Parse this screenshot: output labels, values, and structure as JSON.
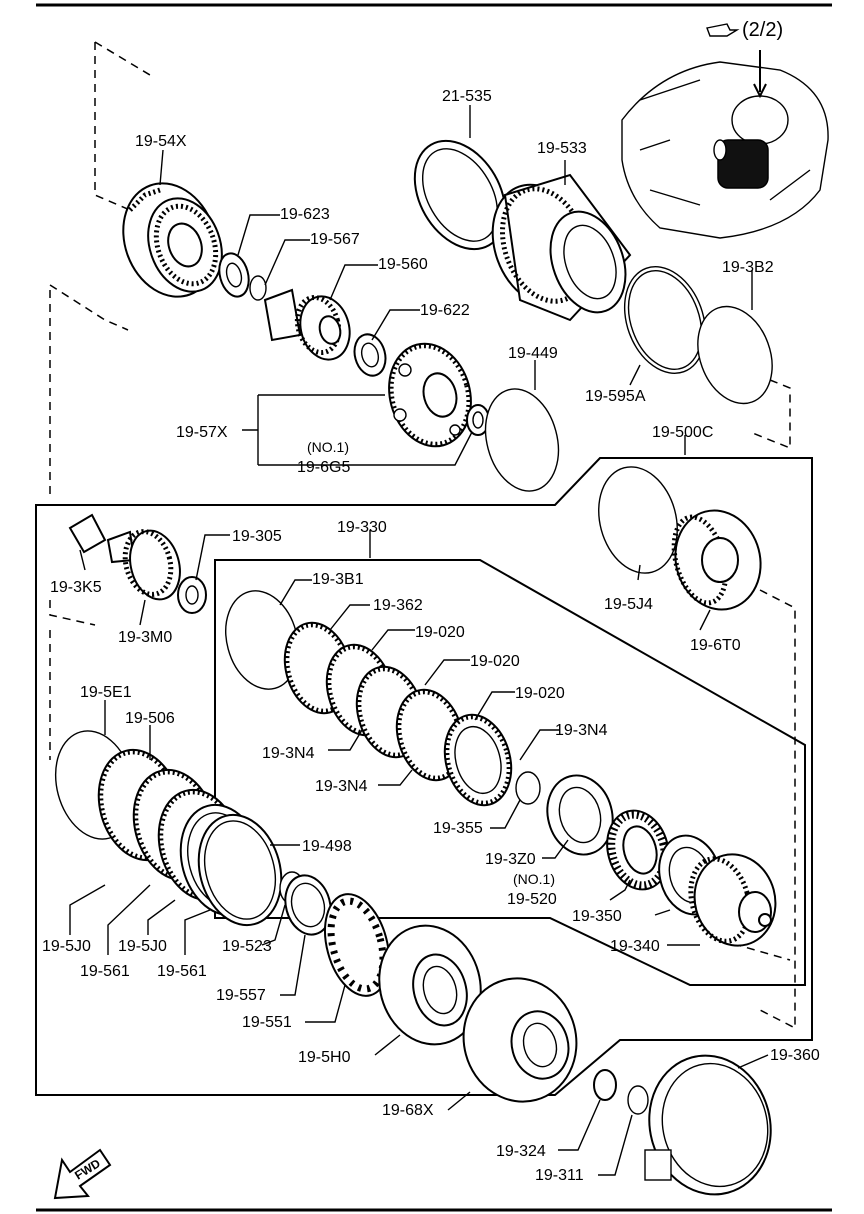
{
  "callouts": {
    "c21535": "21-535",
    "c19533": "19-533",
    "c1954X": "19-54X",
    "c19623": "19-623",
    "c19567": "19-567",
    "c19560": "19-560",
    "c19622": "19-622",
    "c19449": "19-449",
    "c19595A": "19-595A",
    "c193B2": "19-3B2",
    "c1957X": "19-57X",
    "no1a": "(NO.1)",
    "c196G5": "19-6G5",
    "c19500C": "19-500C",
    "c193K5": "19-3K5",
    "c19305": "19-305",
    "c19330": "19-330",
    "c193M0": "19-3M0",
    "c193B1": "19-3B1",
    "c19362": "19-362",
    "c19020a": "19-020",
    "c19020b": "19-020",
    "c19020c": "19-020",
    "c195J4": "19-5J4",
    "c196T0": "19-6T0",
    "c195E1": "19-5E1",
    "c19506": "19-506",
    "c193N4a": "19-3N4",
    "c193N4b": "19-3N4",
    "c193N4c": "19-3N4",
    "c19355": "19-355",
    "c19498": "19-498",
    "c193Z0": "19-3Z0",
    "no1b": "(NO.1)",
    "c19520": "19-520",
    "c19350": "19-350",
    "c19340": "19-340",
    "c195J0a": "19-5J0",
    "c195J0b": "19-5J0",
    "c19523": "19-523",
    "c19561a": "19-561",
    "c19561b": "19-561",
    "c19557": "19-557",
    "c19551": "19-551",
    "c195H0": "19-5H0",
    "c1968X": "19-68X",
    "c19360": "19-360",
    "c19324": "19-324",
    "c19311": "19-311"
  },
  "page_ref": "(2/2)",
  "fwd": "FWD"
}
